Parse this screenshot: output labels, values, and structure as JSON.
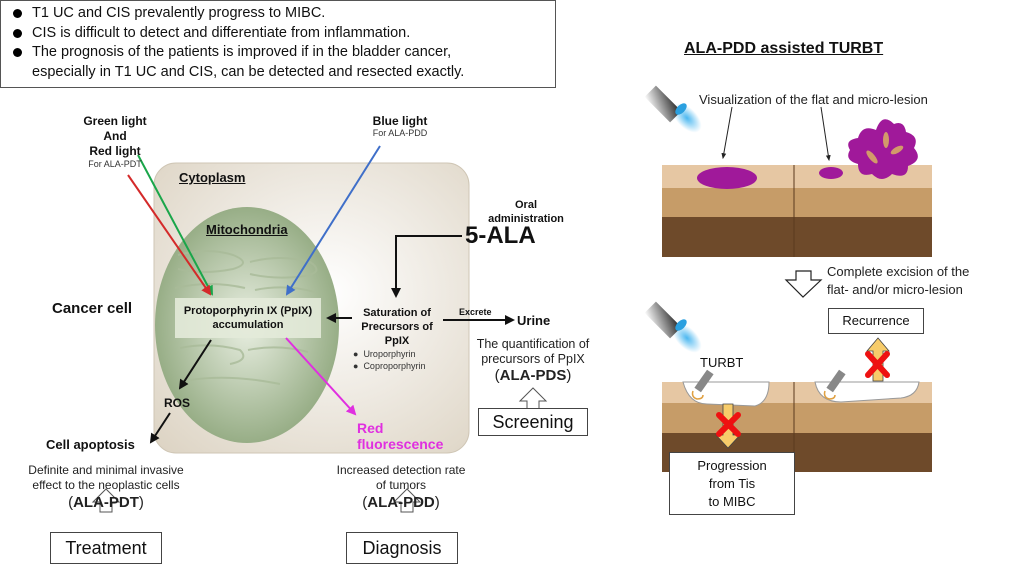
{
  "bullets": [
    "T1 UC and CIS prevalently progress to MIBC.",
    "CIS is difficult to detect and differentiate from inflammation.",
    "The prognosis of the patients is improved if in the bladder cancer,",
    "especially in T1 UC and CIS, can be detected and resected exactly."
  ],
  "left_diagram": {
    "green_red_light": {
      "line1": "Green light",
      "line2": "And",
      "line3": "Red light",
      "sub": "For ALA-PDT"
    },
    "blue_light": {
      "title": "Blue light",
      "sub": "For ALA-PDD"
    },
    "cytoplasm": "Cytoplasm",
    "mitochondria": "Mitochondria",
    "cancer_cell": "Cancer cell",
    "ppix": {
      "line1": "Protoporphyrin IX (PpIX)",
      "line2": "accumulation"
    },
    "oral": {
      "line1": "Oral",
      "line2": "administration",
      "drug": "5-ALA"
    },
    "saturation": {
      "line1": "Saturation of",
      "line2": "Precursors of",
      "line3": "PpIX",
      "items": [
        "Uroporphyrin",
        "Coproporphyrin"
      ]
    },
    "excrete": "Excrete",
    "urine": "Urine",
    "pds_desc": {
      "line1": "The quantification of",
      "line2": "precursors of PpIX",
      "abbr": "ALA-PDS"
    },
    "screening": "Screening",
    "ros": "ROS",
    "apoptosis": "Cell apoptosis",
    "red_fluorescence": {
      "line1": "Red",
      "line2": "fluorescence"
    },
    "pdt_desc": {
      "line1": "Definite and minimal invasive",
      "line2": "effect to the neoplastic cells",
      "abbr": "ALA-PDT"
    },
    "treatment": "Treatment",
    "pdd_desc": {
      "line1": "Increased detection rate",
      "line2": "of tumors",
      "abbr": "ALA-PDD"
    },
    "diagnosis": "Diagnosis",
    "colors": {
      "green": "#1aa64a",
      "red": "#d42a2a",
      "blue": "#3f6fc9",
      "magenta": "#e02fe0"
    }
  },
  "right_diagram": {
    "title": "ALA-PDD assisted TURBT",
    "visualization": "Visualization of the flat and micro-lesion",
    "excision": {
      "line1": "Complete excision of the",
      "line2": "flat- and/or micro-lesion"
    },
    "recurrence": "Recurrence",
    "turbt": "TURBT",
    "progression": {
      "line1": "Progression",
      "line2": "from Tis",
      "line3": "to MIBC"
    },
    "colors": {
      "layer1": "#e6c7a3",
      "layer2": "#c69c68",
      "layer3": "#6e4a2a",
      "tumor": "#a0199a",
      "x_mark": "#ee1111",
      "arrow_fill": "#f7cc6a"
    }
  }
}
